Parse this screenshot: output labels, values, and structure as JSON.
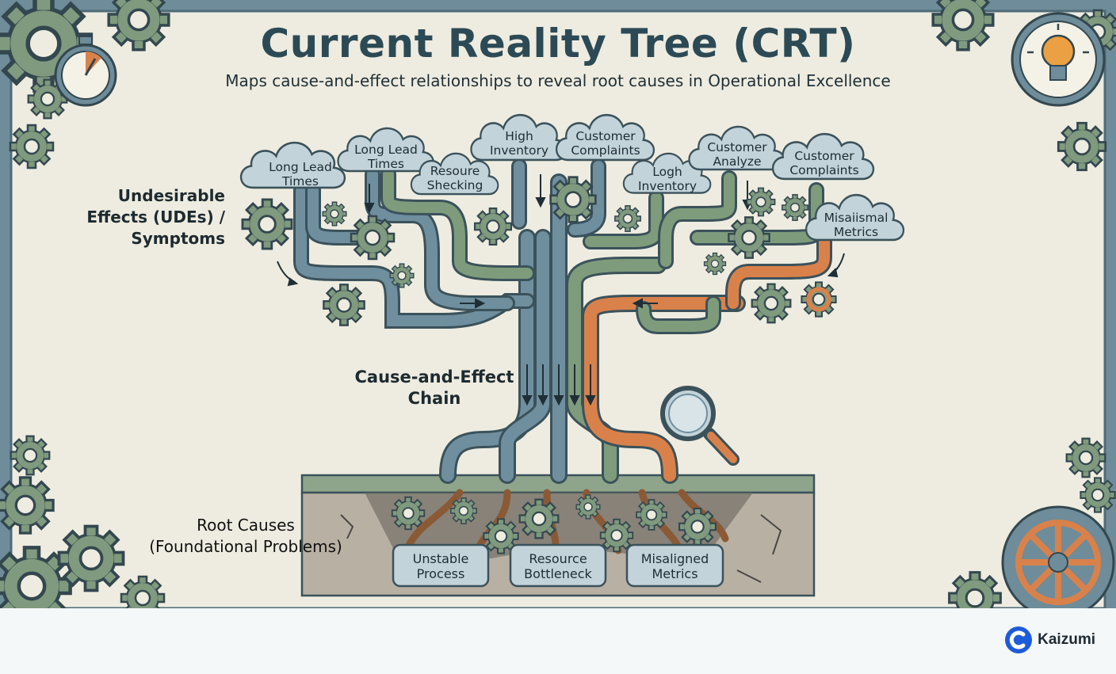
{
  "title": "Current Reality Tree (CRT)",
  "subtitle": "Maps cause-and-effect relationships to reveal root causes in Operational Excellence",
  "labels": {
    "udes": [
      "Undesirable",
      "Effects (UDEs) /",
      "Symptoms"
    ],
    "chain": [
      "Cause-and-Effect",
      "Chain"
    ],
    "roots": [
      "Root Causes",
      "(Foundational Problems)"
    ]
  },
  "effects": [
    {
      "line1": "Long Lead",
      "line2": "Times"
    },
    {
      "line1": "Long Lead",
      "line2": "Times"
    },
    {
      "line1": "Resoure",
      "line2": "Shecking"
    },
    {
      "line1": "High",
      "line2": "Inventory"
    },
    {
      "line1": "Customer",
      "line2": "Complaints"
    },
    {
      "line1": "Logh",
      "line2": "Inventory"
    },
    {
      "line1": "Customer",
      "line2": "Analyze"
    },
    {
      "line1": "Customer",
      "line2": "Complaints"
    },
    {
      "line1": "Misaiismal",
      "line2": "Metrics"
    }
  ],
  "root_causes": [
    {
      "line1": "Unstable",
      "line2": "Process"
    },
    {
      "line1": "Resource",
      "line2": "Bottleneck"
    },
    {
      "line1": "Misaligned",
      "line2": "Metrics"
    }
  ],
  "brand": "Kaizumi",
  "colors": {
    "frame": "#6e8c99",
    "background": "#eeece0",
    "pipe_blue": "#6f8f9f",
    "pipe_green": "#7e9b7c",
    "pipe_orange": "#d9814a",
    "cloud": "#c3d3da",
    "ground": "#b8b0a3",
    "brand_blue": "#1e5bd8"
  }
}
